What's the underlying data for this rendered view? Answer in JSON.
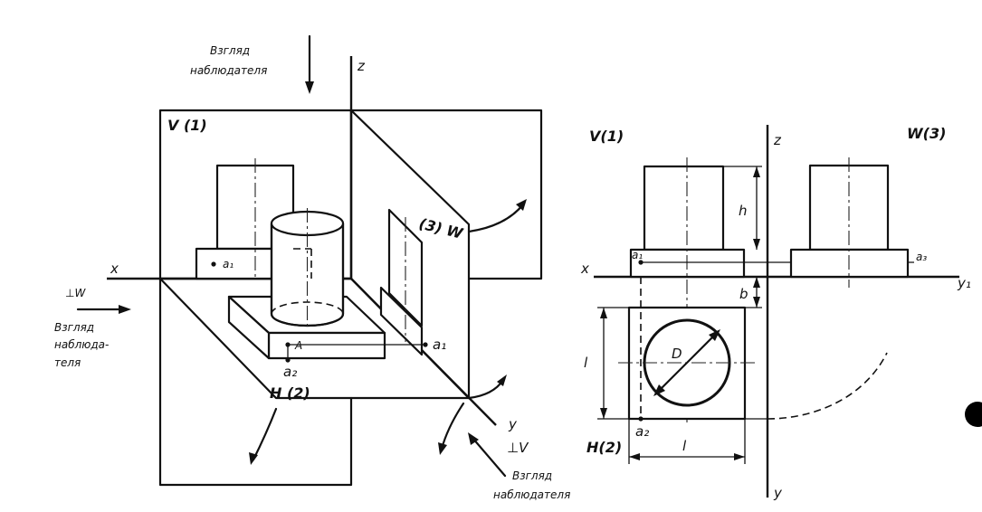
{
  "labels": {
    "plane_v": "V (1)",
    "plane_w": "(3) W",
    "plane_h": "H (2)",
    "axis_x": "x",
    "axis_z": "z",
    "axis_y": "y",
    "observer_top_line1": "Взгляд",
    "observer_top_line2": "наблюдателя",
    "observer_left_perp": "⊥W",
    "observer_left_line1": "Взгляд",
    "observer_left_line2": "наблюда-",
    "observer_left_line3": "теля",
    "observer_bottom_perp": "⊥V",
    "observer_bottom_line1": "Взгляд",
    "observer_bottom_line2": "наблюдателя",
    "point_A": "A",
    "point_a1": "a₁",
    "point_a1_right": "a₁",
    "point_a2": "a₂",
    "view_v": "V(1)",
    "view_w": "W(3)",
    "view_h": "H(2)",
    "right_axis_z": "z",
    "right_axis_x": "x",
    "right_axis_y1": "y₁",
    "right_axis_y": "y",
    "dim_h": "h",
    "dim_b": "b",
    "dim_l_vert": "l",
    "dim_l_horiz": "l",
    "dim_D": "D",
    "right_a1": "a₁",
    "right_a3": "a₃",
    "right_a2": "a₂"
  }
}
